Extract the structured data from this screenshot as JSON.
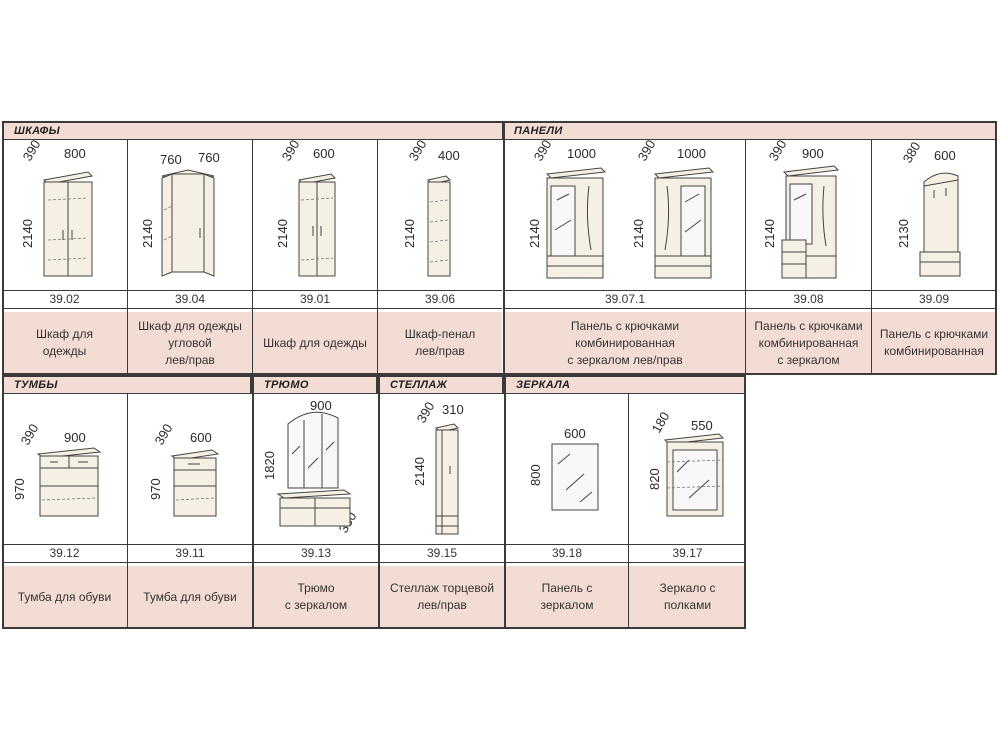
{
  "sections": {
    "shkafy": "ШКАФЫ",
    "paneli": "ПАНЕЛИ",
    "tumby": "ТУМБЫ",
    "tryumo": "ТРЮМО",
    "stellazh": "СТЕЛЛАЖ",
    "zerkala": "ЗЕРКАЛА"
  },
  "items": [
    {
      "code": "39.02",
      "name": "Шкаф для\nодежды",
      "dims": [
        "390",
        "800",
        "2140"
      ]
    },
    {
      "code": "39.04",
      "name": "Шкаф для одежды\nугловой\nлев/прав",
      "dims": [
        "760",
        "760",
        "2140"
      ]
    },
    {
      "code": "39.01",
      "name": "Шкаф для одежды",
      "dims": [
        "390",
        "600",
        "2140"
      ]
    },
    {
      "code": "39.06",
      "name": "Шкаф-пенал\nлев/прав",
      "dims": [
        "390",
        "400",
        "2140"
      ]
    },
    {
      "code": "39.07.1",
      "name": "Панель с крючками\nкомбинированная\nс зеркалом лев/прав",
      "dims": [
        "390",
        "1000",
        "2140",
        "390",
        "1000",
        "2140"
      ]
    },
    {
      "code": "39.08",
      "name": "Панель с крючками\nкомбинированная\nс зеркалом",
      "dims": [
        "390",
        "900",
        "2140"
      ]
    },
    {
      "code": "39.09",
      "name": "Панель с крючками\nкомбинированная",
      "dims": [
        "380",
        "600",
        "2130"
      ]
    },
    {
      "code": "39.12",
      "name": "Тумба для обуви",
      "dims": [
        "390",
        "900",
        "970"
      ]
    },
    {
      "code": "39.11",
      "name": "Тумба для обуви",
      "dims": [
        "390",
        "600",
        "970"
      ]
    },
    {
      "code": "39.13",
      "name": "Трюмо\nс зеркалом",
      "dims": [
        "900",
        "1820",
        "380"
      ]
    },
    {
      "code": "39.15",
      "name": "Стеллаж торцевой\nлев/прав",
      "dims": [
        "390",
        "310",
        "2140"
      ]
    },
    {
      "code": "39.18",
      "name": "Панель с\nзеркалом",
      "dims": [
        "600",
        "800"
      ]
    },
    {
      "code": "39.17",
      "name": "Зеркало  с\nполками",
      "dims": [
        "180",
        "550",
        "820"
      ]
    }
  ]
}
